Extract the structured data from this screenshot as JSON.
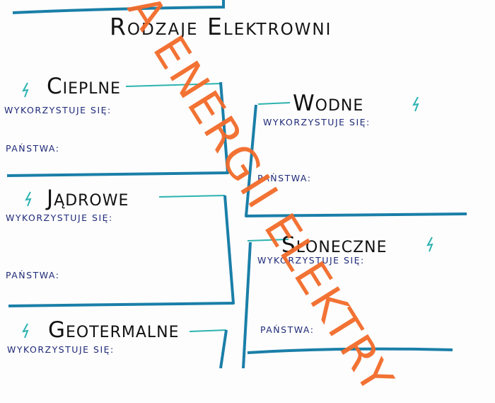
{
  "worksheet": {
    "title": "Rodzaje Elektrowni",
    "cards": [
      {
        "name": "Cieplne",
        "uses_label": "Wykorzystuje się:",
        "countries_label": "Państwa:"
      },
      {
        "name": "Wodne",
        "uses_label": "Wykorzystuje się:",
        "countries_label": "Państwa:"
      },
      {
        "name": "Jądrowe",
        "uses_label": "Wykorzystuje się:",
        "countries_label": "Państwa:"
      },
      {
        "name": "Słoneczne",
        "uses_label": "Wykorzystuje się:",
        "countries_label": "Państwa:"
      },
      {
        "name": "Geotermalne",
        "uses_label": "Wykorzystuje się:",
        "countries_label": ""
      }
    ]
  },
  "overlay": {
    "watermark_text": "A ENERGII ELEKTRY",
    "color": "#f26b2a"
  },
  "colors": {
    "frame_blue": "#1a7fa8",
    "accent_teal": "#2cb3b0",
    "label_navy": "#1f2a78",
    "heading_black": "#141414"
  }
}
